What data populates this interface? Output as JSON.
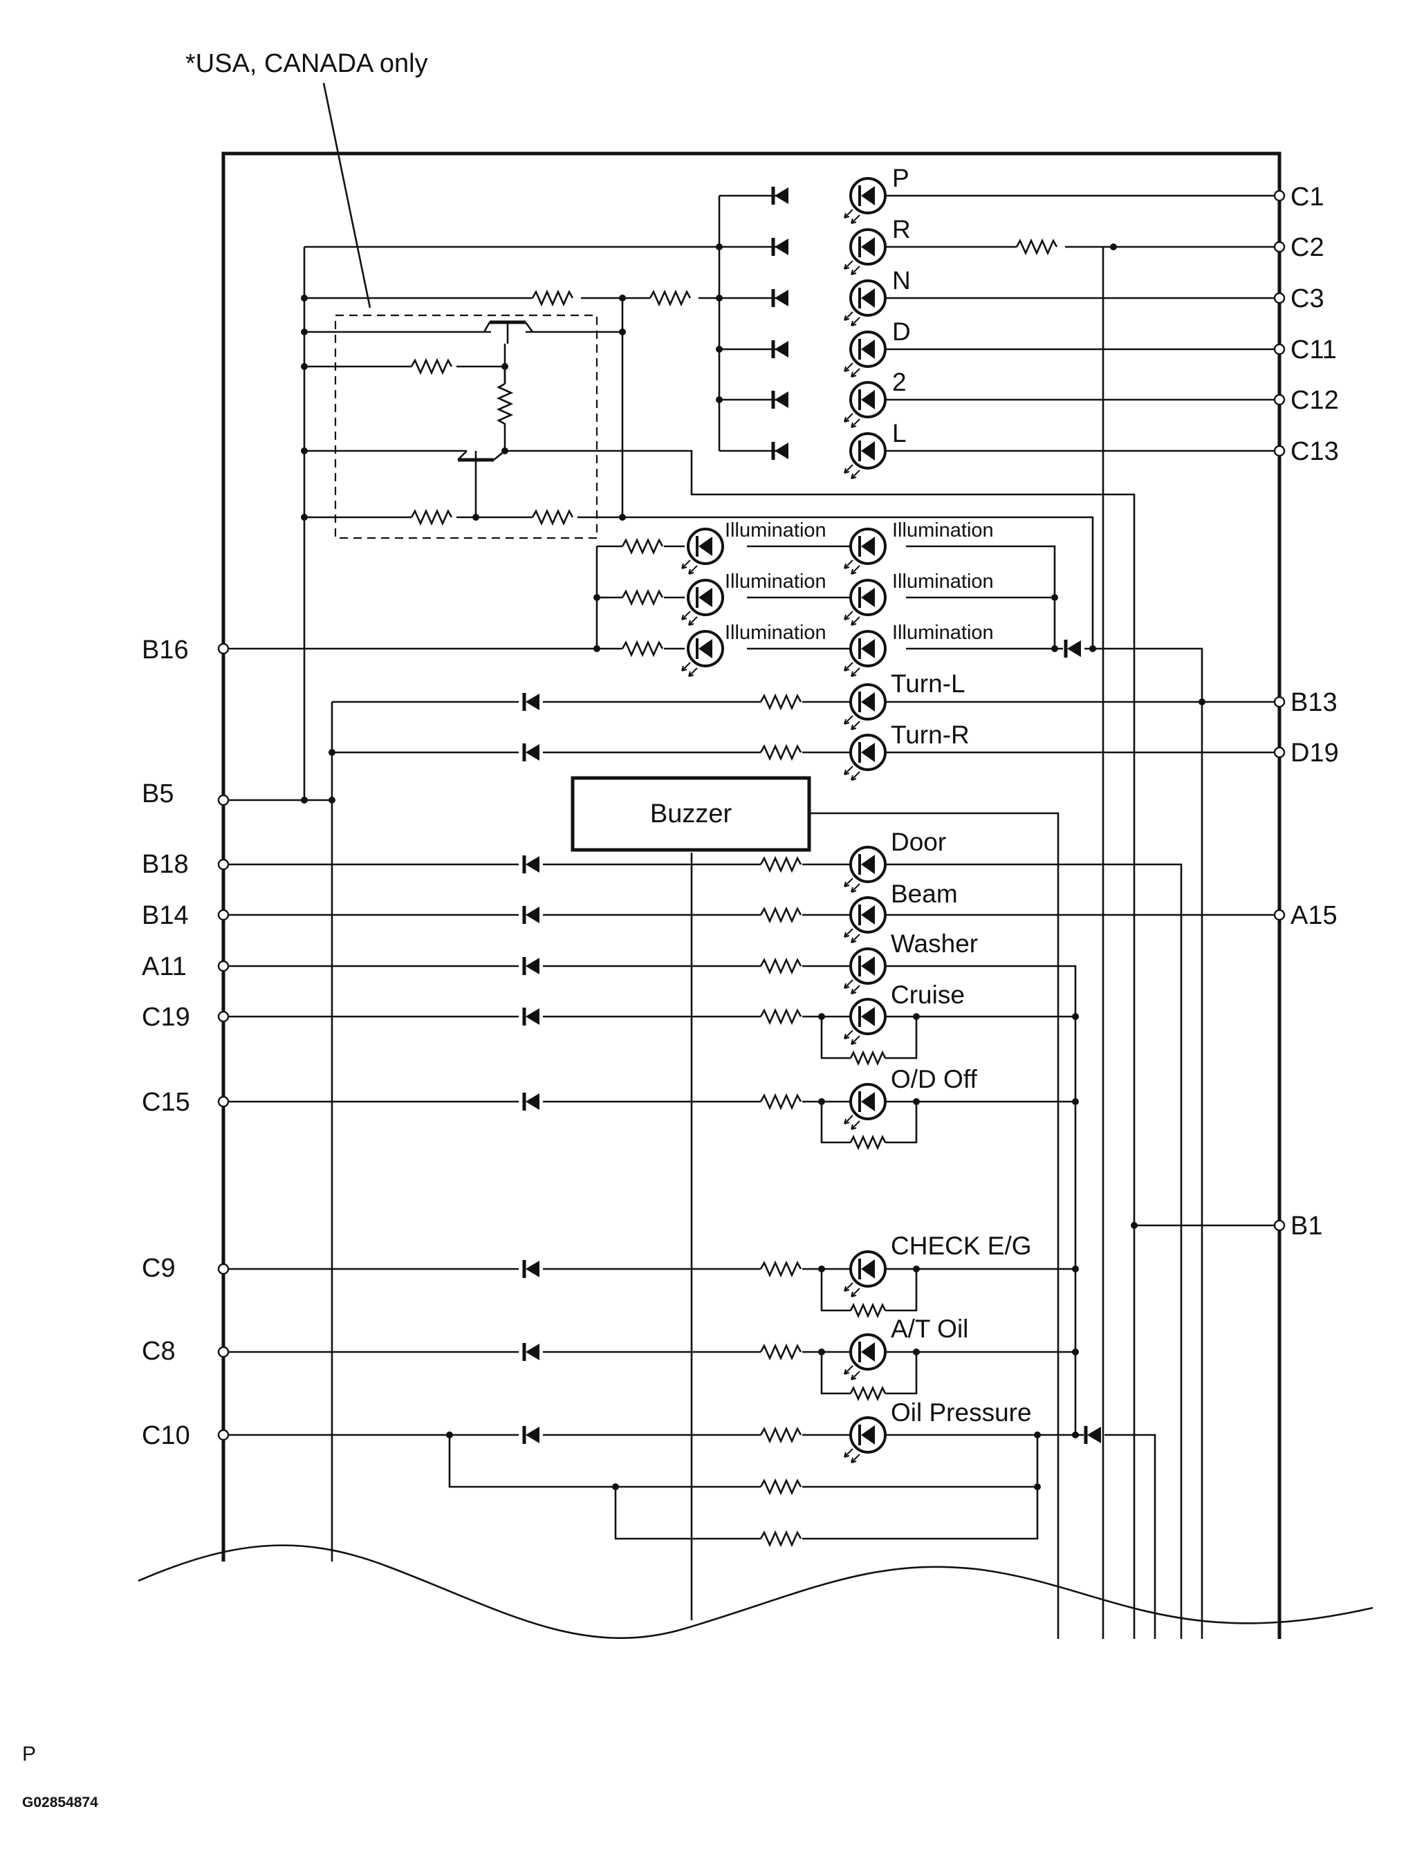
{
  "note": "*USA, CANADA only",
  "terminals_left": [
    "B16",
    "B5",
    "B18",
    "B14",
    "A11",
    "C19",
    "C15",
    "C9",
    "C8",
    "C10"
  ],
  "terminals_right": [
    "C1",
    "C2",
    "C3",
    "C11",
    "C12",
    "C13",
    "B13",
    "D19",
    "A15",
    "B1"
  ],
  "shift_indicators": [
    "P",
    "R",
    "N",
    "D",
    "2",
    "L"
  ],
  "illumination_label": "Illumination",
  "indicators": [
    "Turn-L",
    "Turn-R",
    "Door",
    "Beam",
    "Washer",
    "Cruise",
    "O/D Off",
    "CHECK E/G",
    "A/T Oil",
    "Oil Pressure"
  ],
  "buzzer": "Buzzer",
  "footer": {
    "code": "P",
    "figure_id": "G02854874"
  }
}
